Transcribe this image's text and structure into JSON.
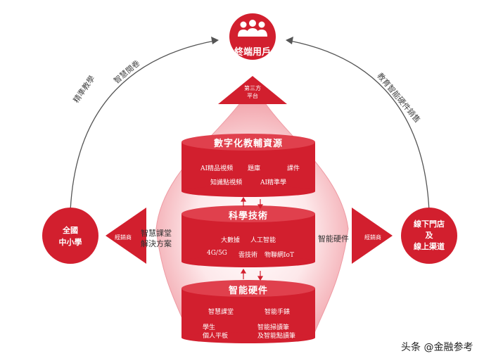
{
  "top_node": {
    "label": "終端用戶",
    "icon": "users-group-icon"
  },
  "left_node": {
    "line1": "全國",
    "line2": "中小學"
  },
  "right_node": {
    "line1": "線下門店",
    "line2": "及",
    "line3": "線上渠道"
  },
  "third_party": {
    "line1": "第三方",
    "line2": "平台"
  },
  "left_arc_label_a": "精準教學",
  "left_arc_label_b": "智慧閱卷",
  "right_arc_label": "教育智能硬件銷售",
  "left_flow_label_1": "智慧課堂",
  "left_flow_label_2": "解決方案",
  "left_distributor": "經銷商",
  "right_flow_label": "智能硬件",
  "right_distributor": "經銷商",
  "layers": [
    {
      "title": "數字化教輔資源",
      "items": [
        "AI精品視頻",
        "題庫",
        "課件",
        "知識點視頻",
        "AI精準學"
      ]
    },
    {
      "title": "科學技術",
      "items": [
        "大數據",
        "人工智能",
        "4G/5G",
        "雲技術",
        "物聯網IoT"
      ]
    },
    {
      "title": "智能硬件",
      "items": [
        "智慧課堂",
        "智能手錶",
        "學生",
        "個人平板",
        "智能掃讀筆",
        "及智能點讀筆"
      ]
    }
  ],
  "watermark": "头条 @金融参考",
  "colors": {
    "primary": "#d21f2e",
    "light": "#f6c9cd",
    "dark": "#b0101f"
  }
}
